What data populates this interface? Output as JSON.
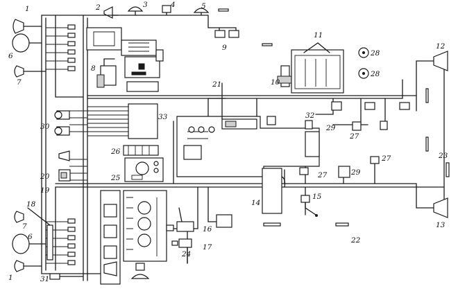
{
  "labels": {
    "l1a": "1",
    "l2": "2",
    "l3": "3",
    "l4": "4",
    "l5": "5",
    "l6a": "6",
    "l7a": "7",
    "l8": "8",
    "l9": "9",
    "l10": "10",
    "l11": "11",
    "l12": "12",
    "l13": "13",
    "l14": "14",
    "l15": "15",
    "l16": "16",
    "l17": "17",
    "l18": "18",
    "l19": "19",
    "l20": "20",
    "l21": "21",
    "l22": "22",
    "l23": "23",
    "l24": "24",
    "l25": "25",
    "l26": "26",
    "l27a": "27",
    "l27b": "27",
    "l27c": "27",
    "l28a": "28",
    "l28b": "28",
    "l29a": "29",
    "l29b": "29",
    "l30": "30",
    "l31": "31",
    "l32": "32",
    "l33": "33",
    "l6b": "6",
    "l7b": "7",
    "l1b": "1"
  },
  "colors": {
    "line": "#1a1a1a",
    "background": "#ffffff"
  }
}
